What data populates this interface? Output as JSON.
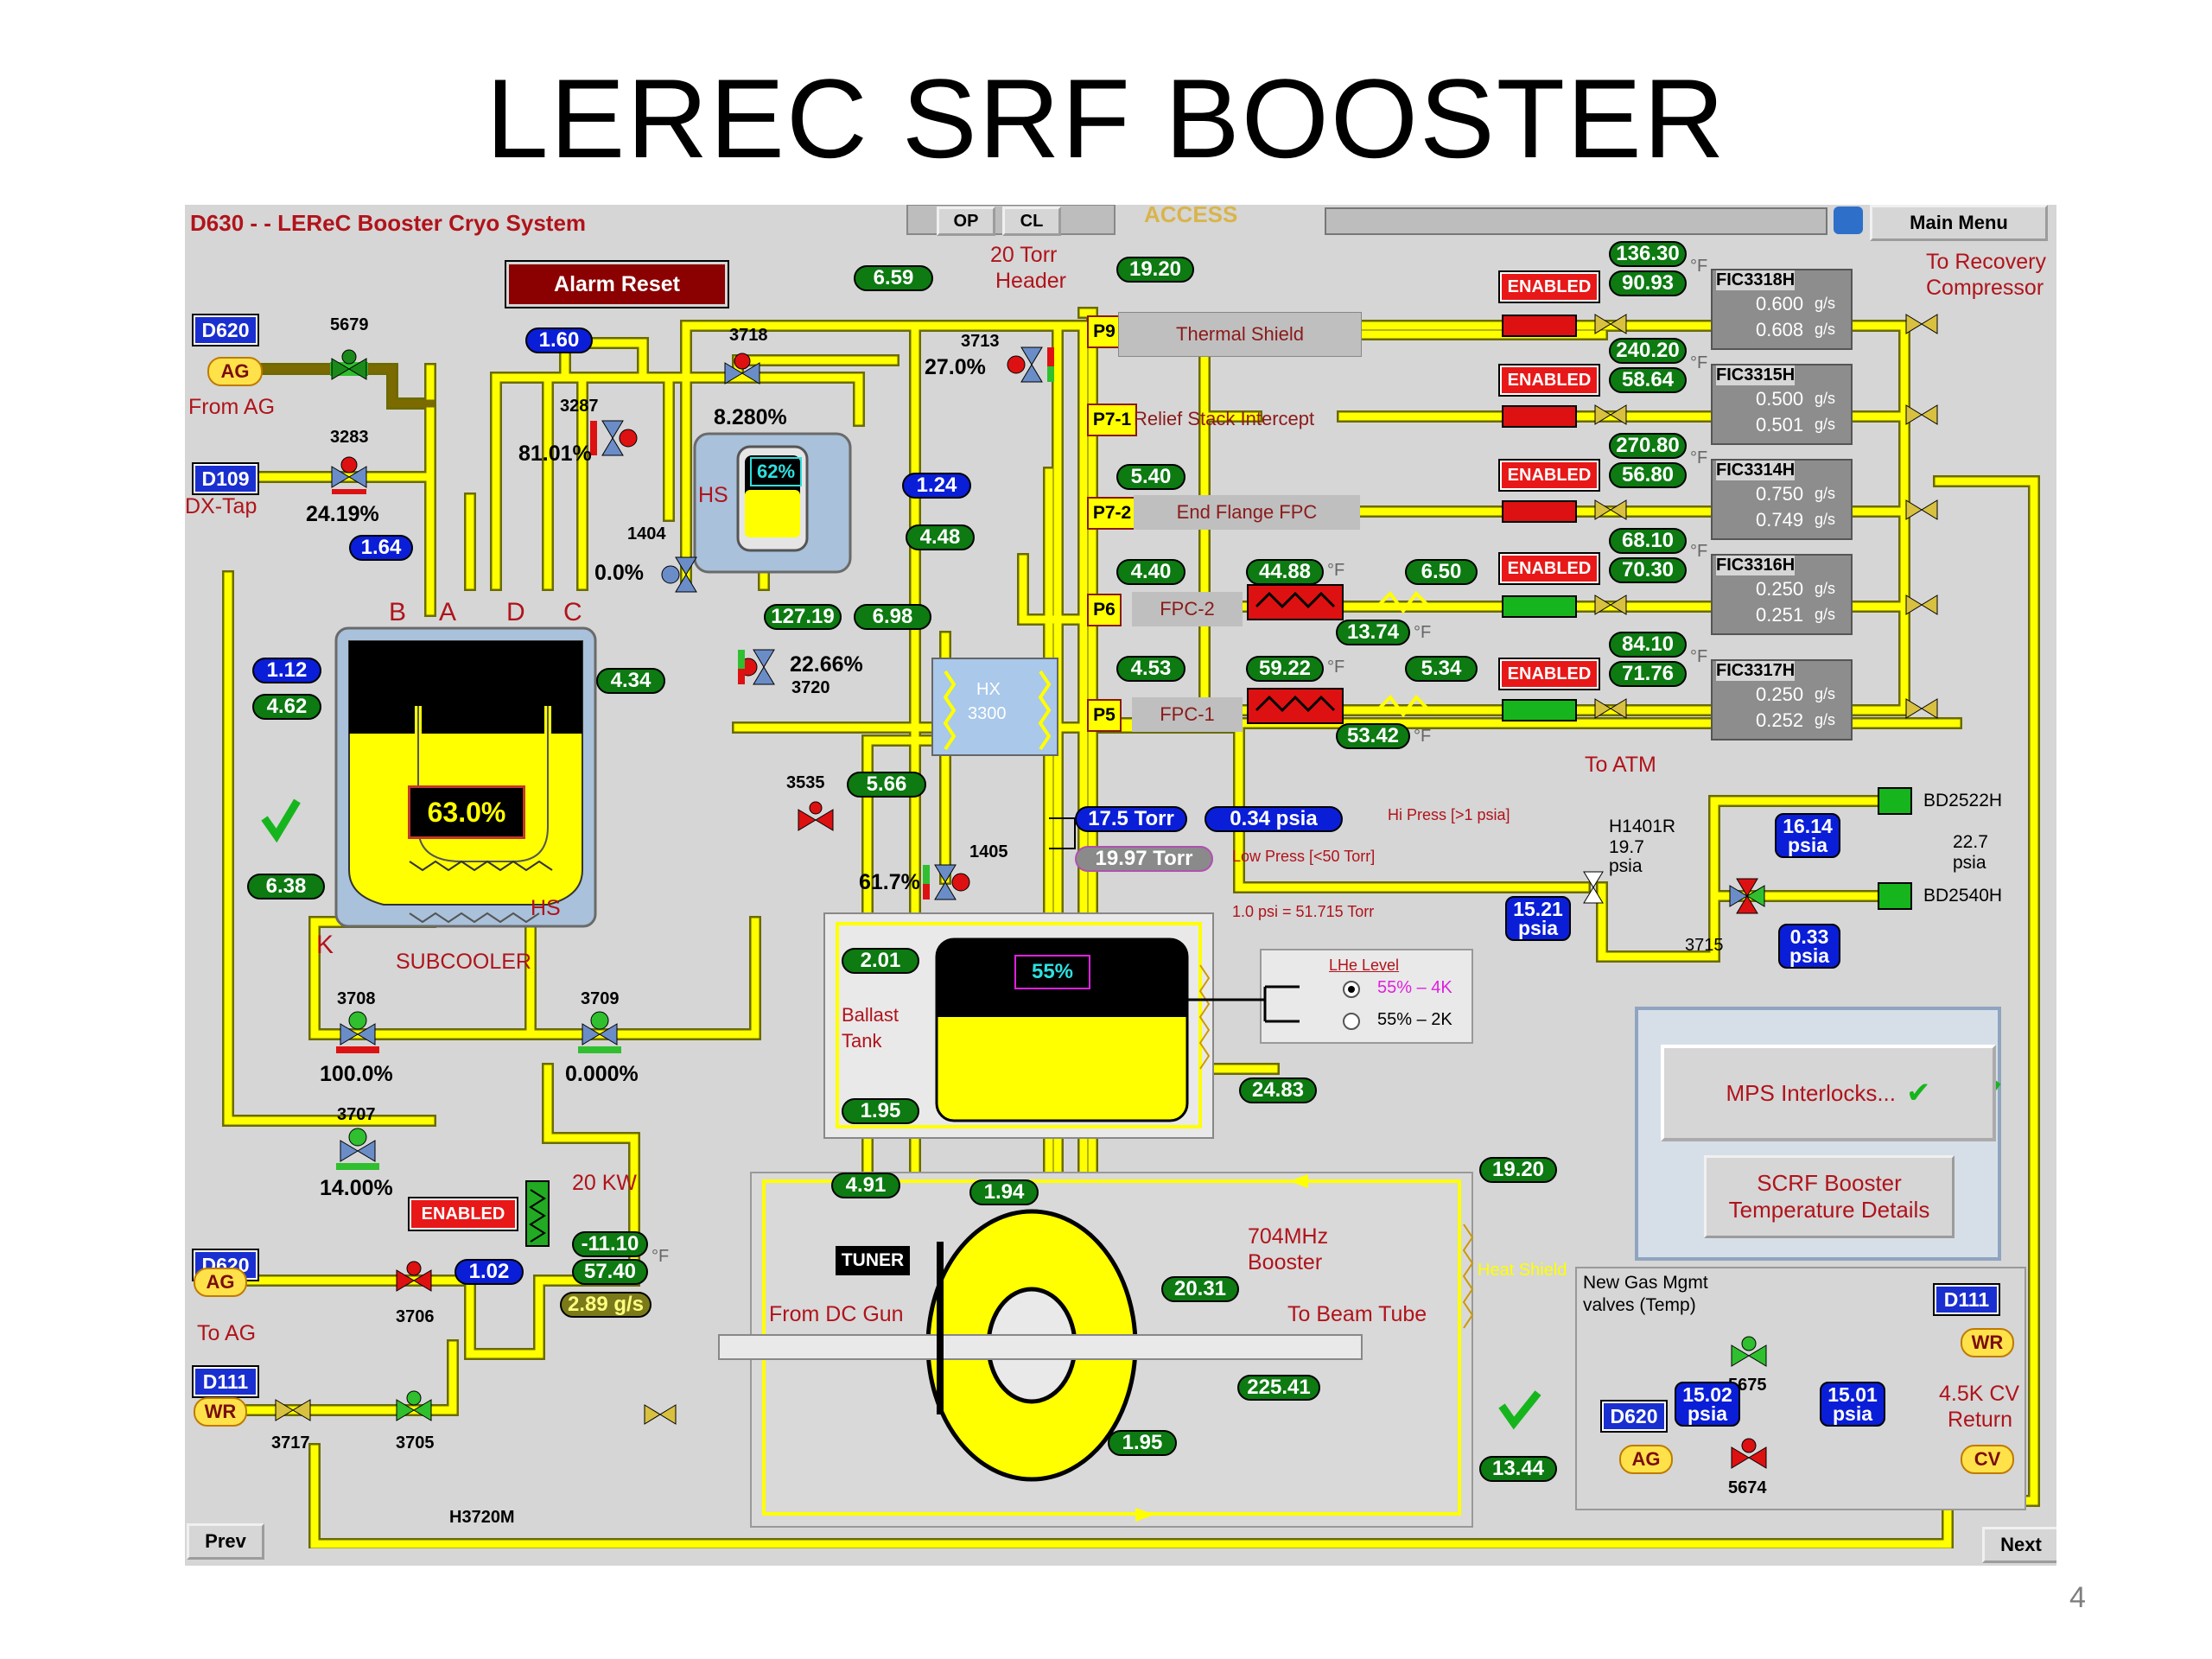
{
  "slide": {
    "title": "LEREC SRF BOOSTER",
    "page_number": "4"
  },
  "header": {
    "screen_title": "D630 - - LEReC Booster Cryo System",
    "op_label": "OP",
    "cl_label": "CL",
    "access_label": "ACCESS",
    "main_menu_label": "Main Menu"
  },
  "buttons": {
    "alarm_reset": "Alarm Reset",
    "prev": "Prev",
    "next": "Next",
    "mps_interlocks": "MPS Interlocks...",
    "scrf_details_line1": "SCRF Booster",
    "scrf_details_line2": "Temperature Details"
  },
  "labels": {
    "from_ag": "From AG",
    "dx_tap": "DX-Tap",
    "to_ag": "To AG",
    "header_20torr_1": "20 Torr",
    "header_20torr_2": "Header",
    "to_recovery_1": "To Recovery",
    "to_recovery_2": "Compressor",
    "to_atm": "To ATM",
    "subcooler": "SUBCOOLER",
    "hs": "HS",
    "hs2": "HS",
    "port_b": "B",
    "port_a": "A",
    "port_d": "D",
    "port_c": "C",
    "port_k": "K",
    "hx_1": "HX",
    "hx_2": "3300",
    "ballast_1": "Ballast",
    "ballast_2": "Tank",
    "kw20": "20 KW",
    "tuner": "TUNER",
    "from_dc_gun": "From DC Gun",
    "to_beam_tube": "To Beam Tube",
    "booster_1": "704MHz",
    "booster_2": "Booster",
    "heat_shield": "Heat Shield",
    "new_gas_1": "New Gas Mgmt",
    "new_gas_2": "valves (Temp)",
    "return_1": "4.5K CV",
    "return_2": "Return",
    "hi_press": "Hi Press [>1 psia]",
    "low_press": "Low Press [<50 Torr]",
    "conversion": "1.0 psi = 51.715 Torr",
    "lhe_level": "LHe Level",
    "lhe_4k": "55% – 4K",
    "lhe_2k": "55% – 2K",
    "h1401r": "H1401R",
    "h1401r_val1": "19.7",
    "h1401r_val2": "psia",
    "bd2522h": "BD2522H",
    "bd2540h": "BD2540H",
    "bd_psia_1": "22.7",
    "bd_psia_2": "psia",
    "h3720m": "H3720M",
    "deg_f": "°F"
  },
  "tags": {
    "d620_top": "D620",
    "d109": "D109",
    "d620_mid": "D620",
    "d111_left": "D111",
    "d111_right": "D111",
    "d620_right": "D620",
    "ag_top": "AG",
    "ag_mid": "AG",
    "wr_left": "WR",
    "wr_right": "WR",
    "ag_right": "AG",
    "cv_right": "CV"
  },
  "valves": {
    "v5679": "5679",
    "v3283": "3283",
    "v3287": "3287",
    "v3718": "3718",
    "v3713": "3713",
    "v1404": "1404",
    "v3720": "3720",
    "v3535": "3535",
    "v1405": "1405",
    "v3708": "3708",
    "v3709": "3709",
    "v3707": "3707",
    "v3706": "3706",
    "v3705": "3705",
    "v3717": "3717",
    "v3715": "3715",
    "v5675": "5675",
    "v5674": "5674"
  },
  "valve_pct": {
    "v3283": "24.19%",
    "v3287": "81.01%",
    "v3718": "8.280%",
    "v3713": "27.0%",
    "v1404": "0.0%",
    "v3720": "22.66%",
    "v1405": "61.7%",
    "v3708": "100.0%",
    "v3709": "0.000%",
    "v3707": "14.00%"
  },
  "readings": {
    "r659": "6.59",
    "r1920_top": "19.20",
    "r160": "1.60",
    "r164": "1.64",
    "r112": "1.12",
    "r462": "4.62",
    "r434": "4.34",
    "r638": "6.38",
    "r124": "1.24",
    "r448": "4.48",
    "r12719": "127.19",
    "r698": "6.98",
    "r566": "5.66",
    "r201": "2.01",
    "r195_ballast": "1.95",
    "r2483": "24.83",
    "r540": "5.40",
    "r440": "4.40",
    "r4488": "44.88",
    "r650": "6.50",
    "r1374": "13.74",
    "r453": "4.53",
    "r5922": "59.22",
    "r534": "5.34",
    "r5342": "53.42",
    "r13630": "136.30",
    "r9093": "90.93",
    "r24020": "240.20",
    "r5864": "58.64",
    "r27080": "270.80",
    "r5680": "56.80",
    "r6810": "68.10",
    "r7030": "70.30",
    "r8410": "84.10",
    "r7176": "71.76",
    "r175torr": "17.5 Torr",
    "r034psia": "0.34 psia",
    "r1997torr": "19.97 Torr",
    "r1110": "-11.10",
    "r5740": "57.40",
    "r102": "1.02",
    "r289gs": "2.89 g/s",
    "r491": "4.91",
    "r194": "1.94",
    "r2031": "20.31",
    "r22541": "225.41",
    "r195_bottom": "1.95",
    "r1920_right": "19.20",
    "r1344": "13.44",
    "subcooler_level": "63.0%",
    "hs_level": "62%",
    "ballast_level": "55%"
  },
  "psia_boxes": {
    "p1521": [
      "15.21",
      "psia"
    ],
    "p1614": [
      "16.14",
      "psia"
    ],
    "p033": [
      "0.33",
      "psia"
    ],
    "p1502": [
      "15.02",
      "psia"
    ],
    "p1501": [
      "15.01",
      "psia"
    ]
  },
  "lines": [
    {
      "port": "P9",
      "name": "Thermal Shield",
      "fic": "FIC3318H",
      "flow1": "0.600",
      "flow2": "0.608",
      "unit": "g/s"
    },
    {
      "port": "P7-1",
      "name": "Relief Stack Intercept",
      "fic": "FIC3315H",
      "flow1": "0.500",
      "flow2": "0.501",
      "unit": "g/s"
    },
    {
      "port": "P7-2",
      "name": "End Flange FPC",
      "fic": "FIC3314H",
      "flow1": "0.750",
      "flow2": "0.749",
      "unit": "g/s"
    },
    {
      "port": "P6",
      "name": "FPC-2",
      "fic": "FIC3316H",
      "flow1": "0.250",
      "flow2": "0.251",
      "unit": "g/s"
    },
    {
      "port": "P5",
      "name": "FPC-1",
      "fic": "FIC3317H",
      "flow1": "0.250",
      "flow2": "0.252",
      "unit": "g/s"
    }
  ],
  "heaters": {
    "enabled_label": "ENABLED"
  },
  "colors": {
    "pipe": "#ffff00",
    "pipe_edge": "#6b6b00",
    "background": "#d6d6d6",
    "alarm_red": "#8b0000",
    "good_green": "#0d7a12",
    "info_blue": "#0a1ed8"
  }
}
